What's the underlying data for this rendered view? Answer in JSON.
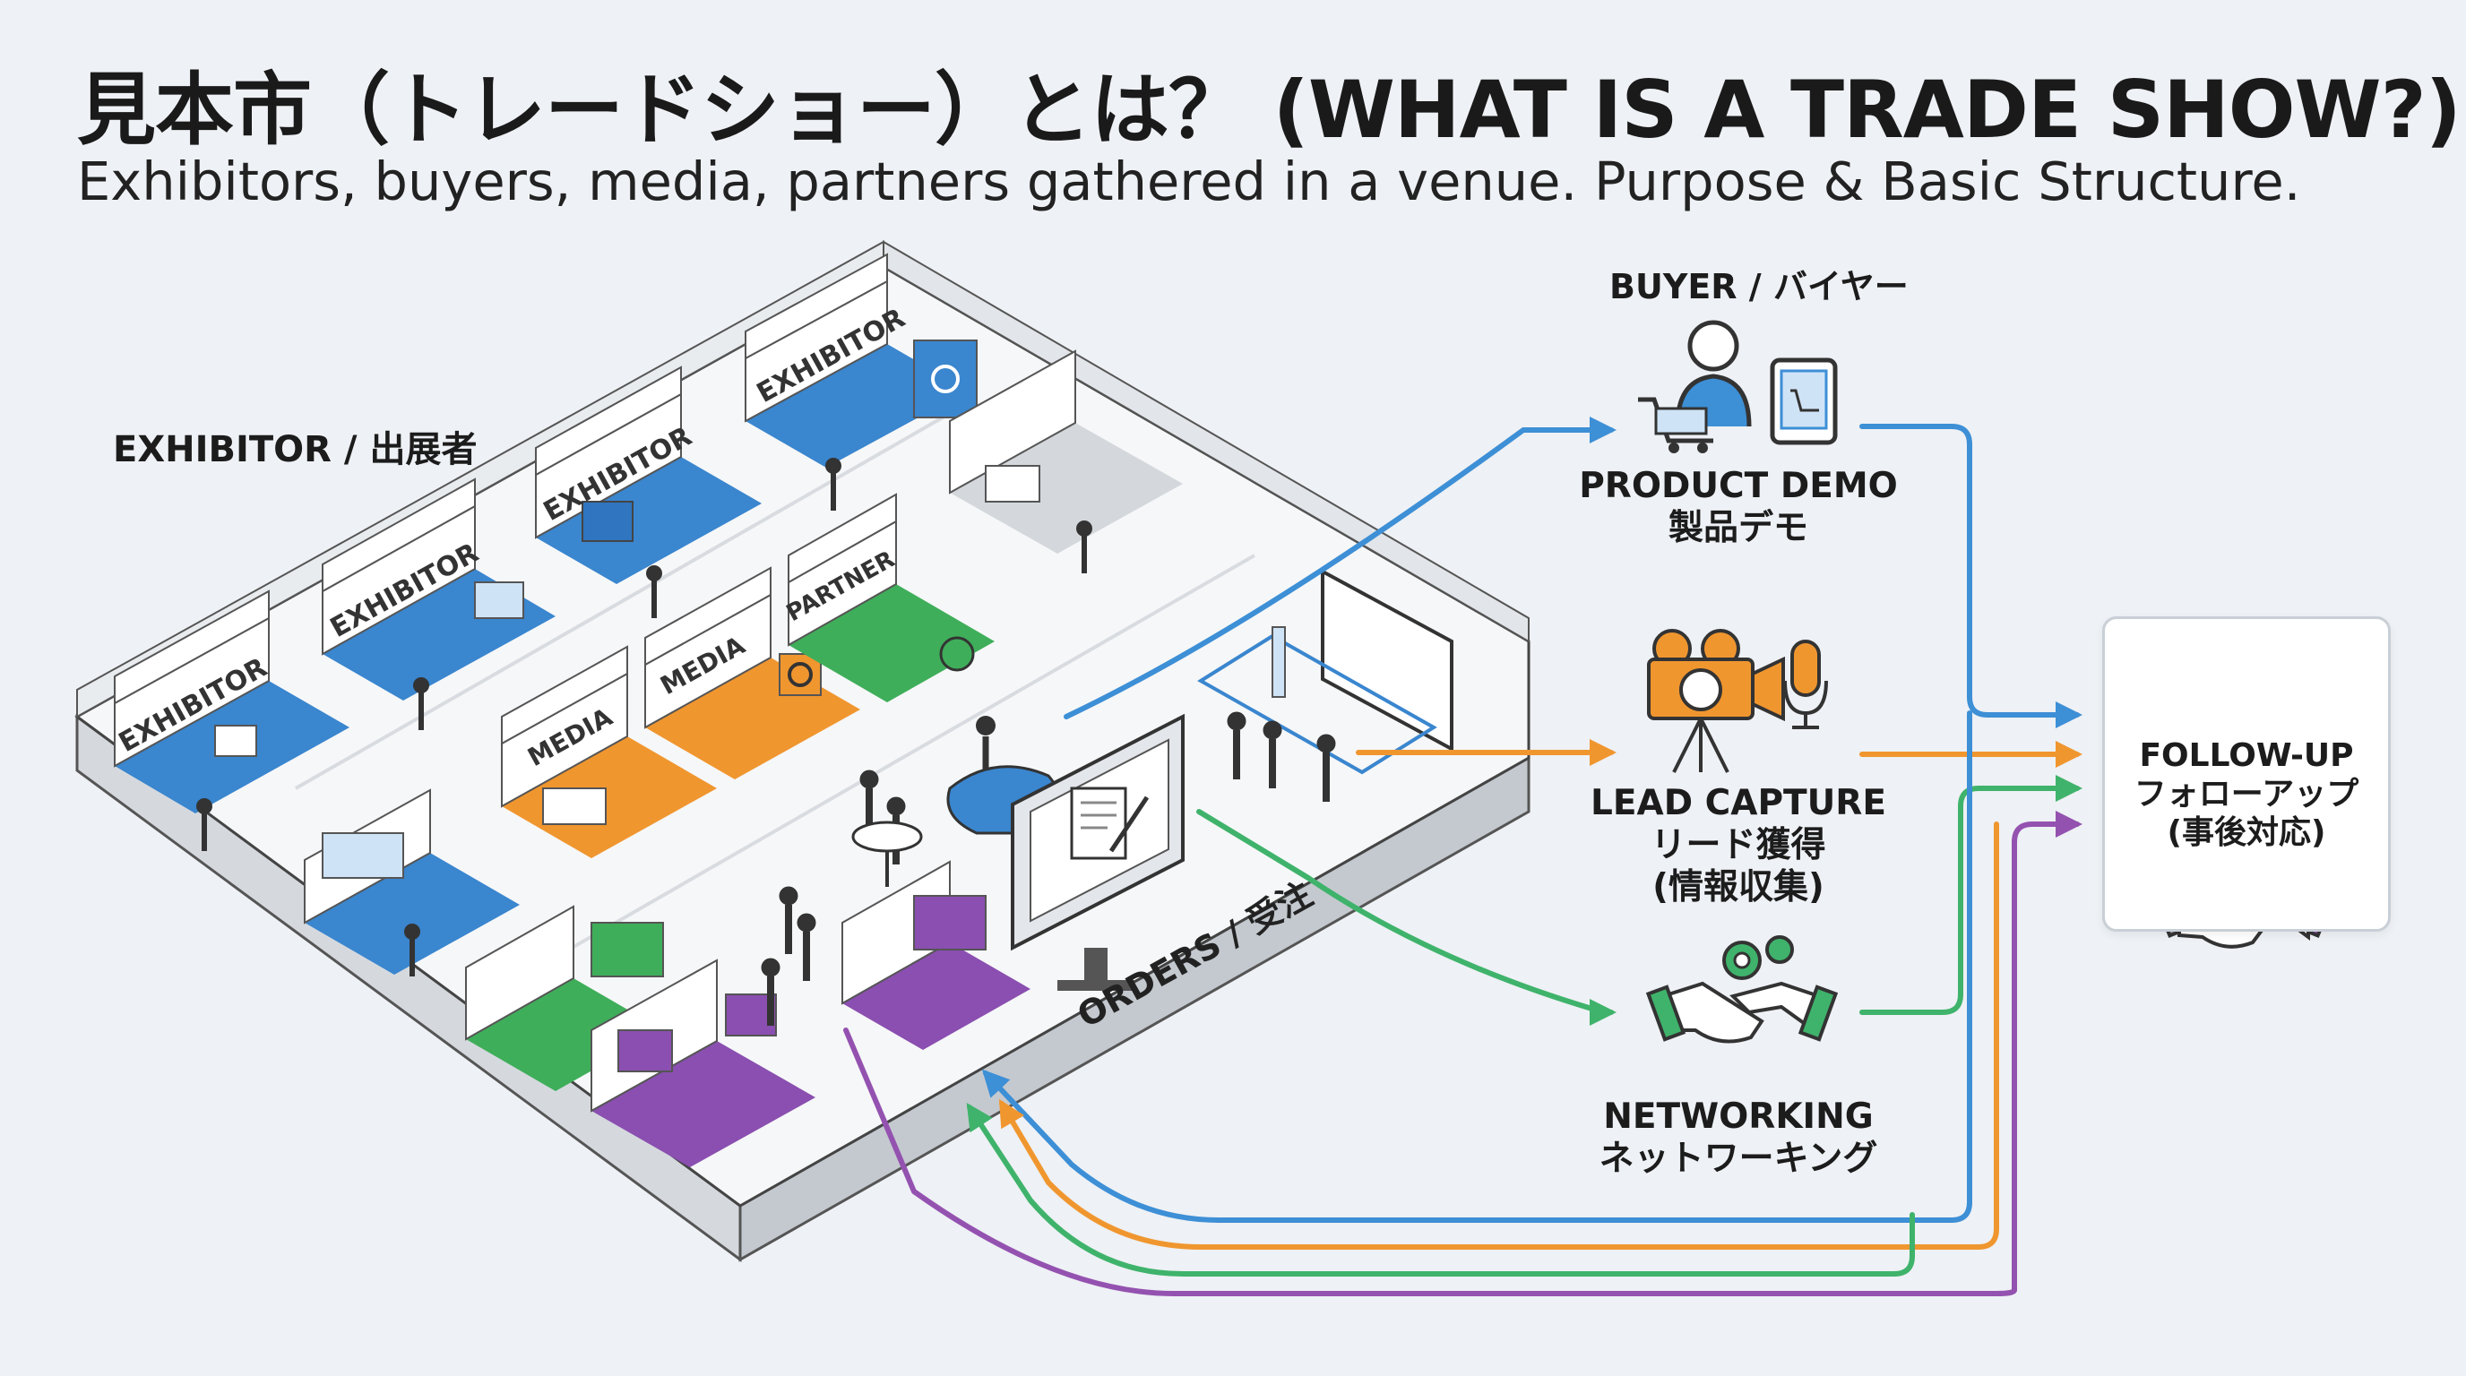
{
  "title": "見本市（トレードショー）とは？ (WHAT IS A TRADE SHOW?)",
  "subtitle": "Exhibitors, buyers, media, partners gathered in a venue. Purpose & Basic Structure.",
  "venue": {
    "exhibitor_heading": "EXHIBITOR / 出展者",
    "booth_signs": {
      "exhibitor": "EXHIBITOR",
      "media": "MEDIA",
      "partner": "PARTNER"
    },
    "orders_label": "ORDERS / 受注"
  },
  "buyer_heading": "BUYER / バイヤー",
  "outcomes": [
    {
      "en": "PRODUCT DEMO",
      "ja": "製品デモ",
      "icon": "buyer-cart-tablet"
    },
    {
      "en": "LEAD CAPTURE",
      "ja": "リード獲得",
      "ja2": "(情報収集)",
      "icon": "video-camera-microphone"
    },
    {
      "en": "NETWORKING",
      "ja": "ネットワーキング",
      "icon": "handshake-gear"
    }
  ],
  "follow_up": {
    "en": "FOLLOW-UP",
    "ja": "フォローアップ",
    "ja2": "(事後対応)",
    "icon": "mail-cloud-handshake"
  },
  "colors": {
    "blue": "#3d8fd6",
    "orange": "#f0962f",
    "green": "#3fb36b",
    "purple": "#9452b0",
    "booth_blue": "#3a86cf",
    "booth_orange": "#f0962f",
    "booth_green": "#3fae5a",
    "booth_purple": "#8a4fb0"
  }
}
